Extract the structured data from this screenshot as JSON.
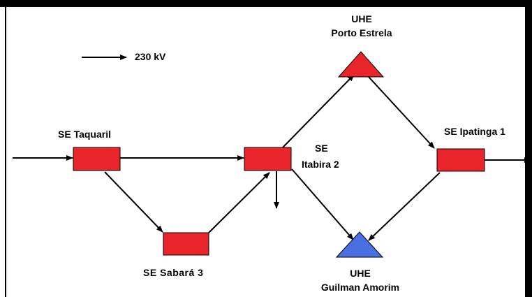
{
  "legend": {
    "voltage_label": "230 kV",
    "arrow_icon": "right-arrow-icon"
  },
  "colors": {
    "substation_fill": "#e8252a",
    "plant_source_fill": "#e8252a",
    "plant_sink_fill": "#4a6fe0",
    "line": "#000000",
    "frame": "#000000",
    "background": "#ffffff"
  },
  "nodes": {
    "se_taquaril": {
      "label": "SE Taquaril"
    },
    "se_sabara3": {
      "label": "SE Sabará 3"
    },
    "se_itabira2": {
      "label_line1": "SE",
      "label_line2": "Itabira 2"
    },
    "se_ipatinga1": {
      "label": "SE Ipatinga 1"
    },
    "uhe_porto_estrela": {
      "label_line1": "UHE",
      "label_line2": "Porto Estrela"
    },
    "uhe_guilman_amorim": {
      "label_line1": "UHE",
      "label_line2": "Guilman Amorim"
    }
  }
}
